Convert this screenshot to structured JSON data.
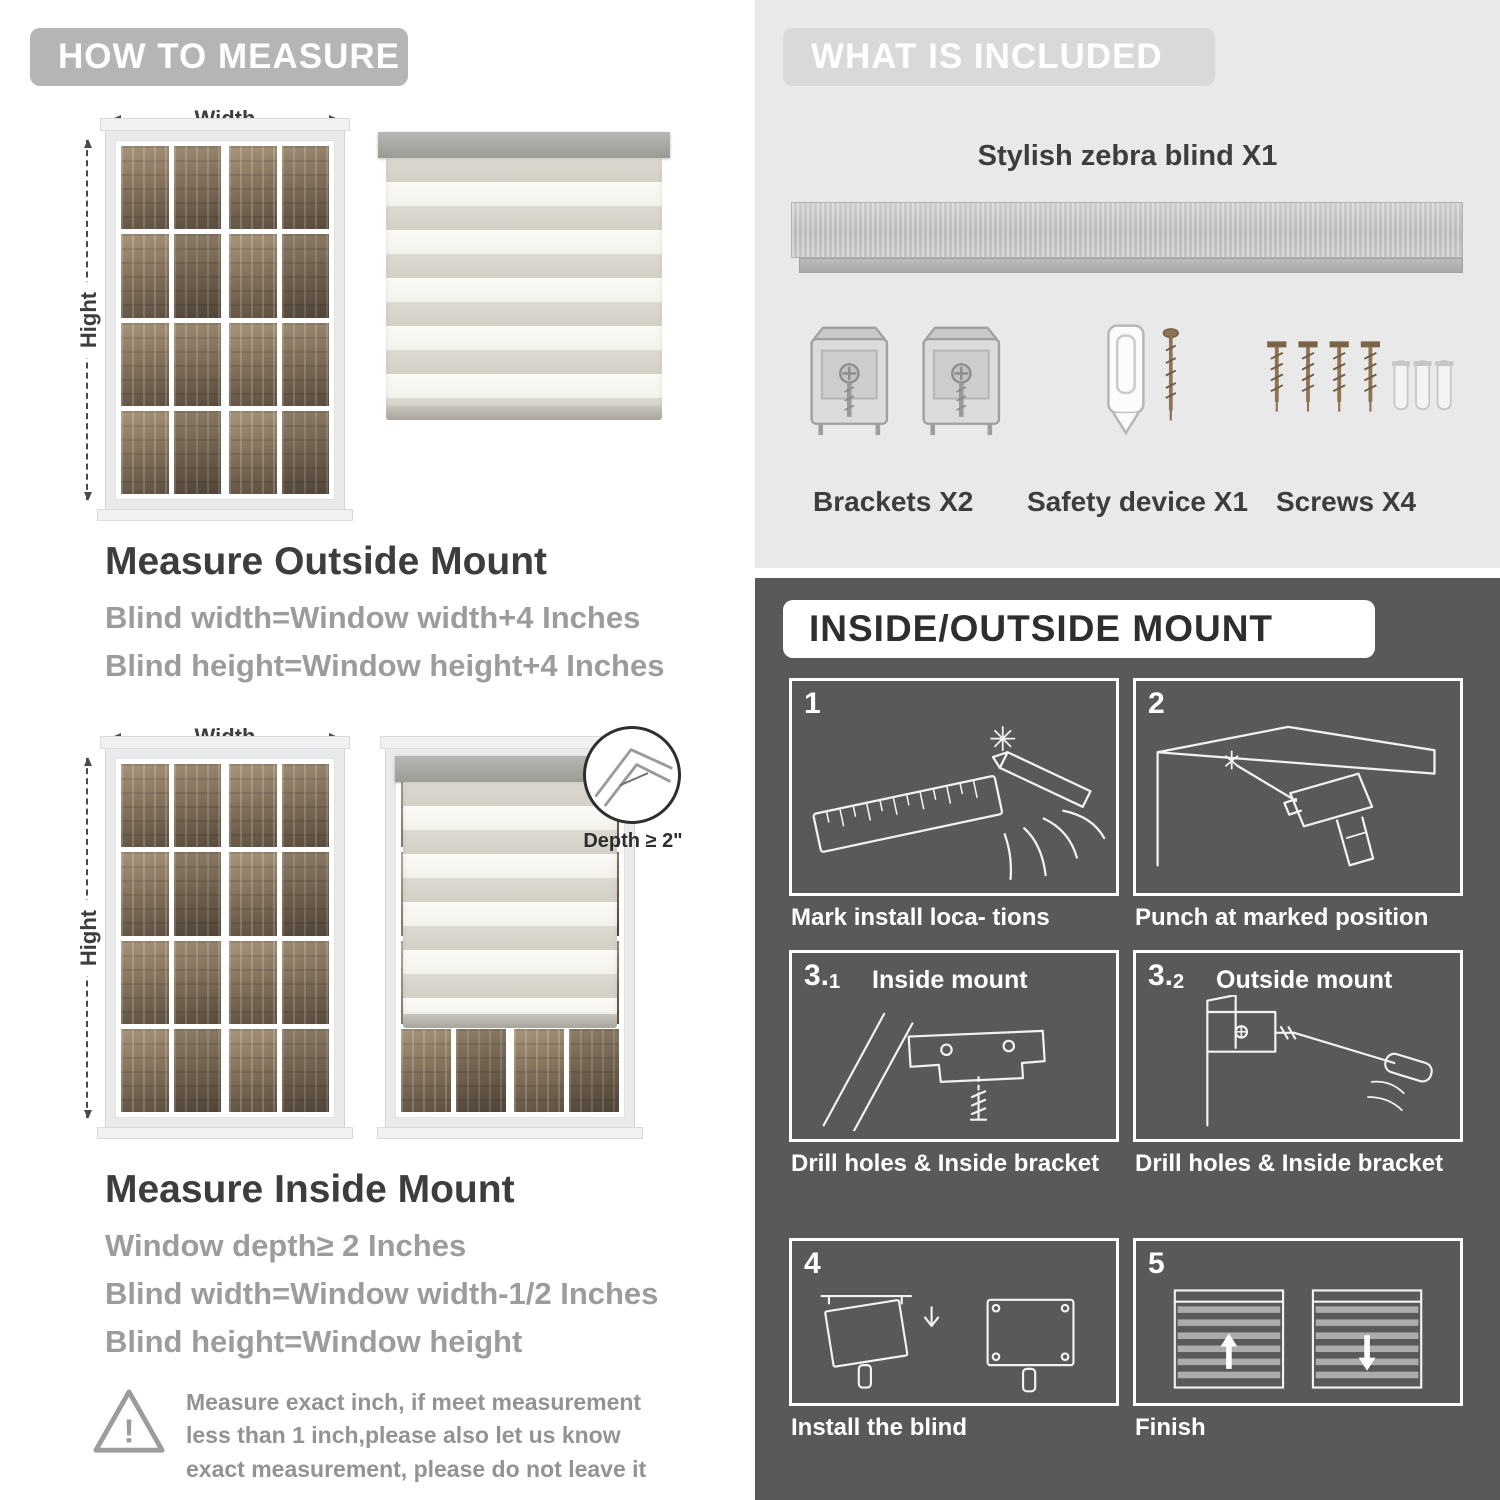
{
  "measure": {
    "header": "HOW TO MEASURE",
    "width_label": "Width",
    "height_label": "Hight",
    "outside": {
      "heading": "Measure Outside Mount",
      "lines": [
        "Blind width=Window width+4 Inches",
        "Blind height=Window height+4 Inches"
      ]
    },
    "inside": {
      "depth_label": "Depth ≥ 2\"",
      "heading": "Measure Inside Mount",
      "lines": [
        "Window depth≥ 2 Inches",
        "Blind width=Window width-1/2 Inches",
        "Blind height=Window height"
      ]
    },
    "note": {
      "mark": "!",
      "text": "Measure exact inch, if meet measurement less than 1 inch,please also let us know exact measurement, please do not leave it"
    }
  },
  "included": {
    "header": "WHAT IS INCLUDED",
    "blind_label": "Stylish zebra blind X1",
    "items": [
      {
        "label": "Brackets X2"
      },
      {
        "label": "Safety device X1"
      },
      {
        "label": "Screws X4"
      }
    ]
  },
  "mount": {
    "header": "INSIDE/OUTSIDE MOUNT",
    "steps": [
      {
        "num": "1",
        "caption": "Mark install loca- tions"
      },
      {
        "num": "2",
        "caption": "Punch at  marked position"
      },
      {
        "num": "3.",
        "num_sub": "1",
        "label": "Inside mount",
        "caption": "Drill holes &  Inside bracket"
      },
      {
        "num": "3.",
        "num_sub": "2",
        "label": "Outside mount",
        "caption": "Drill holes &  Inside bracket"
      },
      {
        "num": "4",
        "caption": "Install the blind"
      },
      {
        "num": "5",
        "caption": "Finish"
      }
    ]
  },
  "colors": {
    "header_pill_gray": "#b5b5b5",
    "light_panel_bg": "#e9e9e9",
    "dark_panel_bg": "#59595b",
    "heading_text": "#3d3d3d",
    "body_gray_text": "#9c9c9c",
    "screw_bronze": "#8f7454"
  }
}
